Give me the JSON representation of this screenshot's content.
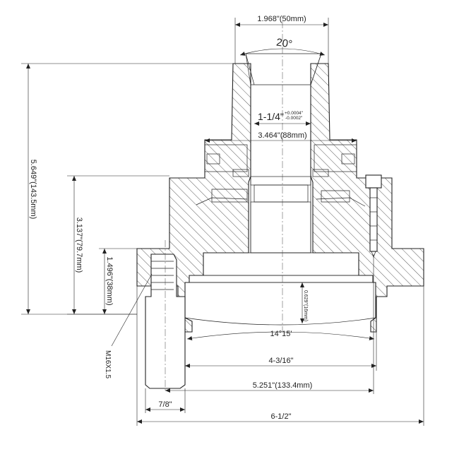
{
  "dimensions": {
    "top_bore": "1.968\"(50mm)",
    "taper_angle": "20°",
    "spindle_fit_main": "1-1/4\"",
    "spindle_fit_upper": "+0.0004\"",
    "spindle_fit_lower": "-0.0002\"",
    "flange_width": "3.464\"(88mm)",
    "total_height": "5.649\"(143.5mm)",
    "mid_height": "3.137\"(79.7mm)",
    "pin_height": "1.496\"(38mm)",
    "step_height": "0.629\"(16mm)",
    "arc_angle": "14°15'",
    "face_width": "4-3/16\"",
    "bolt_offset": "5.251\"(133.4mm)",
    "pin_width": "7/8\"",
    "overall_width": "6-1/2\"",
    "thread": "M16X1.5"
  },
  "colors": {
    "line": "#222222",
    "background": "#ffffff"
  }
}
